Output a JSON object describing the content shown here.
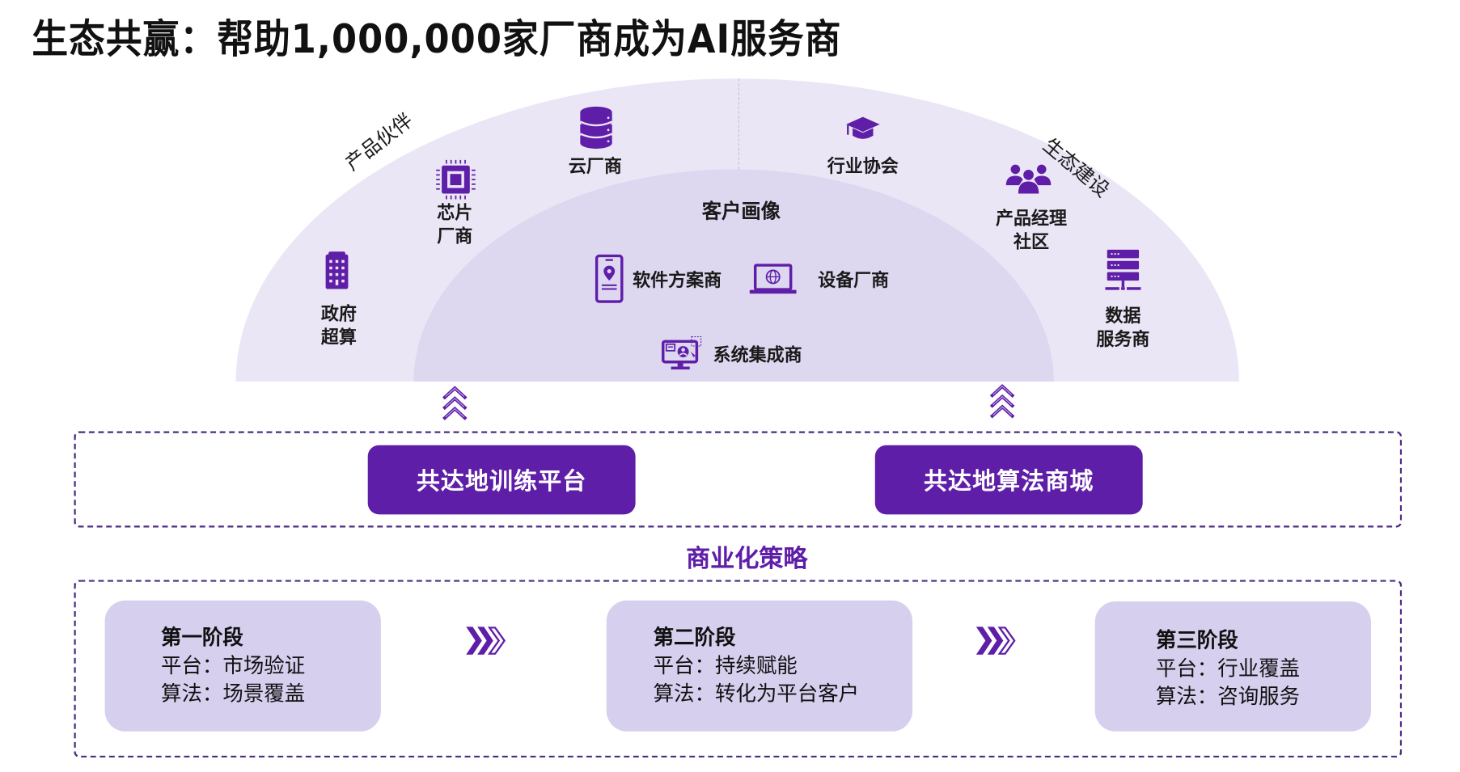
{
  "title": "生态共赢：帮助1,000,000家厂商成为AI服务商",
  "ecosystem": {
    "arc_left_label": "产品伙伴",
    "arc_right_label": "生态建设",
    "center_title": "客户画像",
    "outer_items": [
      {
        "label": "政府\n超算",
        "icon": "building-icon"
      },
      {
        "label": "芯片\n厂商",
        "icon": "chip-icon"
      },
      {
        "label": "云厂商",
        "icon": "database-icon"
      },
      {
        "label": "行业协会",
        "icon": "graduation-cap-icon"
      },
      {
        "label": "产品经理\n社区",
        "icon": "people-group-icon"
      },
      {
        "label": "数据\n服务商",
        "icon": "server-icon"
      }
    ],
    "inner_items": [
      {
        "label": "软件方案商",
        "icon": "mobile-location-icon"
      },
      {
        "label": "设备厂商",
        "icon": "laptop-globe-icon"
      },
      {
        "label": "系统集成商",
        "icon": "monitor-user-icon"
      }
    ]
  },
  "platforms": {
    "training_platform": "共达地训练平台",
    "algorithm_mall": "共达地算法商城"
  },
  "strategy": {
    "heading": "商业化策略",
    "stages": [
      {
        "title": "第一阶段",
        "platform": "平台：市场验证",
        "algorithm": "算法：场景覆盖"
      },
      {
        "title": "第二阶段",
        "platform": "平台：持续赋能",
        "algorithm": "算法：转化为平台客户"
      },
      {
        "title": "第三阶段",
        "platform": "平台：行业覆盖",
        "algorithm": "算法：咨询服务"
      }
    ]
  },
  "colors": {
    "accent": "#5f1ea8",
    "outer_arch": "#ebe6f6",
    "inner_arch": "#ddd7ef",
    "stage_card": "#d6cfee",
    "dash_border": "#4a2c82"
  }
}
